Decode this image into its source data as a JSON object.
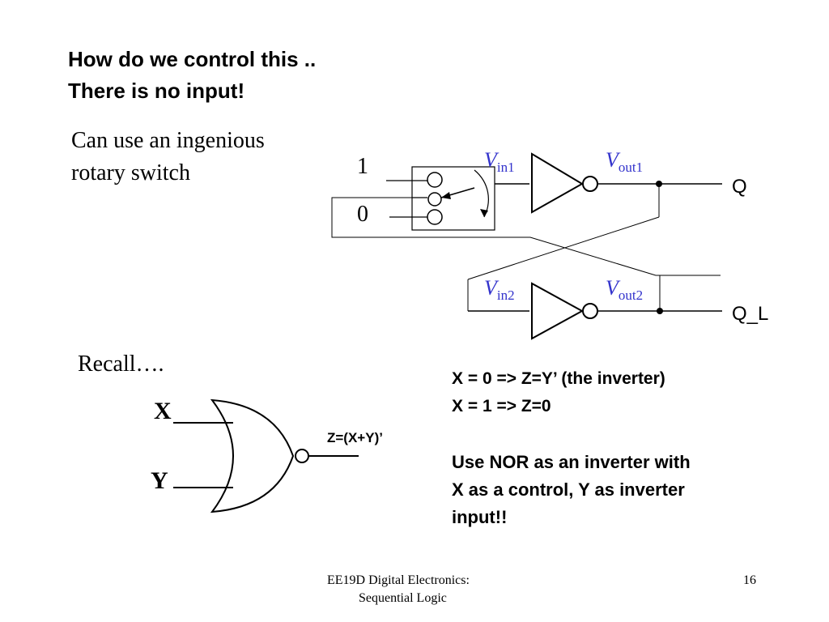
{
  "title": {
    "line1": "How do we control this ..",
    "line2": "There is no input!"
  },
  "subtitle": {
    "line1": "Can use an ingenious",
    "line2": "rotary switch"
  },
  "latch": {
    "switch_label_1": "1",
    "switch_label_0": "0",
    "vin1": {
      "v": "V",
      "sub": "in1"
    },
    "vout1": {
      "v": "V",
      "sub": "out1"
    },
    "vin2": {
      "v": "V",
      "sub": "in2"
    },
    "vout2": {
      "v": "V",
      "sub": "out2"
    },
    "output_q": "Q",
    "output_ql": "Q_L",
    "wire_color": "#000000",
    "label_color": "#3333cc"
  },
  "recall": "Recall….",
  "nor": {
    "input_x": "X",
    "input_y": "Y",
    "output": "Z=(X+Y)’"
  },
  "notes": {
    "line1": "X  = 0 => Z=Y’ (the inverter)",
    "line2": "X  = 1 => Z=0",
    "line3": "Use NOR as an inverter with",
    "line4": "X as a control, Y as inverter",
    "line5": "input!!"
  },
  "footer": {
    "course_line1": "EE19D Digital Electronics:",
    "course_line2": "Sequential Logic",
    "page_number": "16"
  }
}
